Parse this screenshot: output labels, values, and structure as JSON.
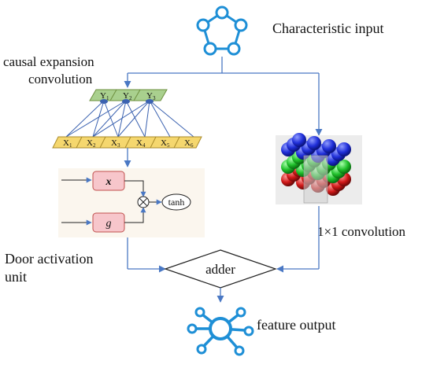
{
  "input_label": "Characteristic input",
  "causal_label_line1": "causal expansion",
  "causal_label_line2": "convolution",
  "y_nodes": [
    "Y",
    "Y",
    "Y"
  ],
  "y_subs": [
    "1",
    "2",
    "3"
  ],
  "x_nodes": [
    "X",
    "X",
    "X",
    "X",
    "X",
    "X"
  ],
  "x_subs": [
    "1",
    "2",
    "3",
    "4",
    "5",
    "6"
  ],
  "gate_x": "x",
  "gate_g": "g",
  "gate_tanh": "tanh",
  "gate_multiply_symbol": "⊗",
  "door_label_line1": "Door activation",
  "door_label_line2": "unit",
  "conv1x1_label": "1×1 convolution",
  "adder_label": "adder",
  "output_label": "feature output",
  "colors": {
    "arrow": "#4a78c4",
    "network_icon": "#1e8fd6",
    "y_fill": "#a9d08e",
    "x_fill": "#f5d76e",
    "gate_fill": "#f7c6cb",
    "gate_stroke": "#c0504d",
    "gate_panel": "#fbf6ee",
    "cube_blue": "#1f2ed8",
    "cube_green": "#1fbf2a",
    "cube_red": "#d01818"
  }
}
